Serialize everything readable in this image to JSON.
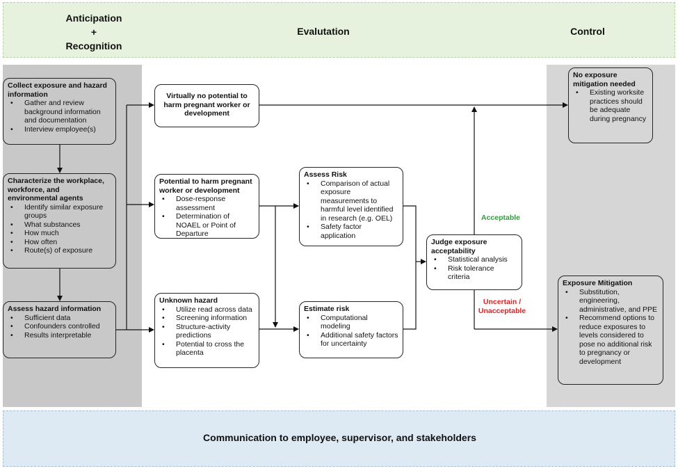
{
  "header": {
    "anticipation": [
      "Anticipation",
      "+",
      "Recognition"
    ],
    "evaluation": "Evalutation",
    "control": "Control"
  },
  "boxes": {
    "collect": {
      "title": "Collect exposure and hazard information",
      "items": [
        "Gather and review background information and documentation",
        "Interview employee(s)"
      ]
    },
    "characterize": {
      "title": "Characterize the workplace, workforce, and environmental agents",
      "items": [
        "Identify similar exposure groups",
        "What substances",
        "How much",
        "How often",
        "Route(s) of exposure"
      ]
    },
    "assess_hazard": {
      "title": "Assess hazard information",
      "items": [
        "Sufficient data",
        "Confounders controlled",
        "Results interpretable"
      ]
    },
    "virtually_no": {
      "title": "Virtually no potential to harm pregnant worker or development"
    },
    "potential_harm": {
      "title": "Potential to harm pregnant worker or development",
      "items": [
        "Dose-response assessment",
        "Determination of NOAEL or Point of Departure"
      ]
    },
    "unknown_hazard": {
      "title": "Unknown hazard",
      "items": [
        "Utilize read across data",
        "Screening information",
        "Structure-activity predictions",
        "Potential to cross the placenta"
      ]
    },
    "assess_risk": {
      "title": "Assess Risk",
      "items": [
        "Comparison of actual exposure measurements to harmful level identified in research (e.g. OEL)",
        "Safety factor application"
      ]
    },
    "estimate_risk": {
      "title": "Estimate risk",
      "items": [
        "Computational modeling",
        "Additional safety factors for uncertainty"
      ]
    },
    "judge": {
      "title": "Judge exposure acceptability",
      "items": [
        "Statistical analysis",
        "Risk tolerance criteria"
      ]
    },
    "no_exposure": {
      "title": "No exposure mitigation needed",
      "items": [
        "Existing worksite practices should be adequate during pregnancy"
      ]
    },
    "mitigation": {
      "title": "Exposure Mitigation",
      "items": [
        "Substitution, engineering, administrative, and PPE",
        "Recommend options to reduce exposures to levels considered to pose no additional risk to pregnancy or development"
      ]
    }
  },
  "labels": {
    "acceptable": "Acceptable",
    "uncertain": [
      "Uncertain /",
      "Unacceptable"
    ]
  },
  "colors": {
    "acceptable": "#2e9e3a",
    "uncertain": "#e02020"
  },
  "footer": "Communication to employee, supervisor, and stakeholders"
}
